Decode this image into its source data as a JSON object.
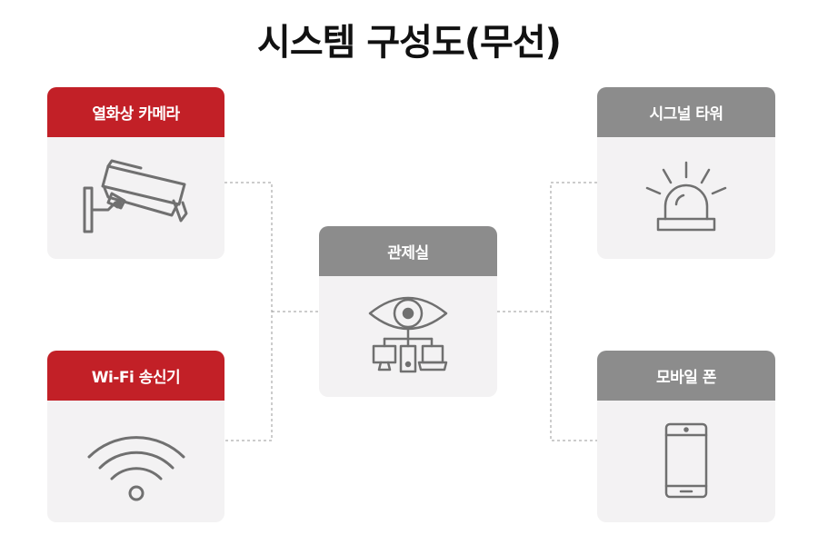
{
  "title": "시스템 구성도(무선)",
  "nodes": {
    "thermal_camera": {
      "label": "열화상 카메라",
      "icon": "cctv-camera-icon"
    },
    "wifi_transmitter": {
      "label": "Wi-Fi 송신기",
      "icon": "wifi-icon"
    },
    "control_room": {
      "label": "관제실",
      "icon": "eye-network-icon"
    },
    "signal_tower": {
      "label": "시그널 타워",
      "icon": "beacon-light-icon"
    },
    "mobile_phone": {
      "label": "모바일 폰",
      "icon": "smartphone-icon"
    }
  },
  "colors": {
    "accent_red": "#c22027",
    "header_gray": "#8c8c8c",
    "card_bg": "#f3f2f3",
    "icon_gray": "#707070"
  }
}
